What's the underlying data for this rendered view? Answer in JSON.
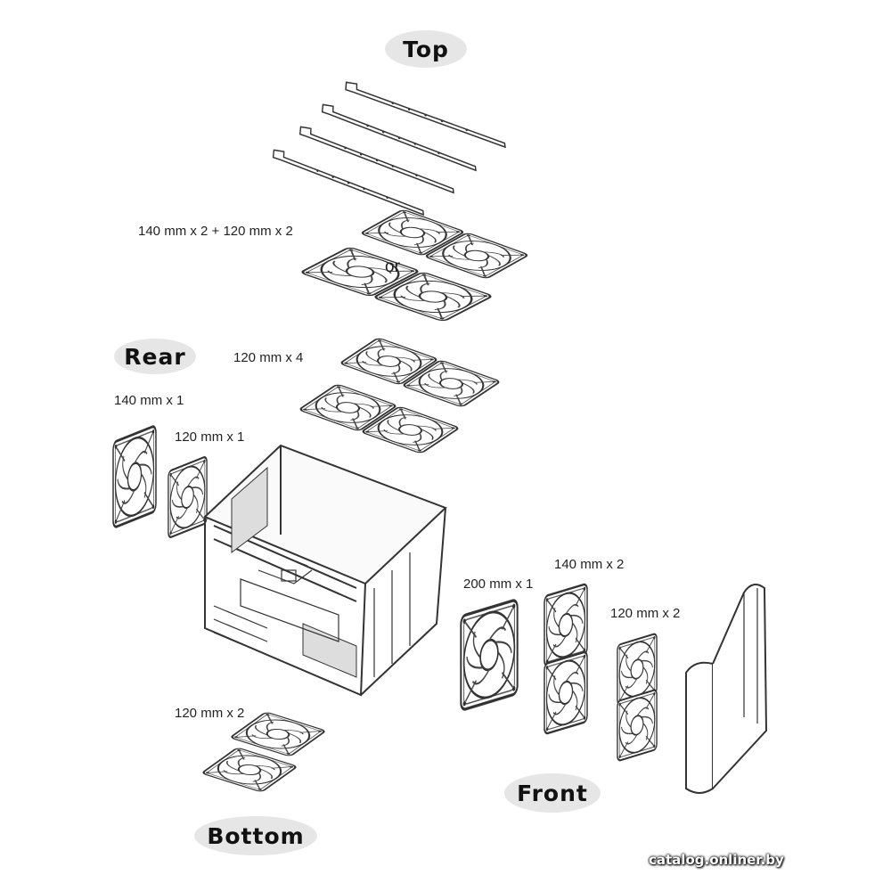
{
  "sections": {
    "top": "Top",
    "rear": "Rear",
    "front": "Front",
    "bottom": "Bottom"
  },
  "labels": {
    "top_option_a": "140 mm x 2 + 120 mm x 2",
    "top_or": "or",
    "top_option_b": "120 mm x 4",
    "rear_140": "140 mm x 1",
    "rear_120": "120 mm x 1",
    "front_200": "200 mm x 1",
    "front_140": "140 mm x 2",
    "front_120": "120 mm x 2",
    "bottom_120": "120 mm x 2"
  },
  "watermark": "catalog.onliner.by"
}
